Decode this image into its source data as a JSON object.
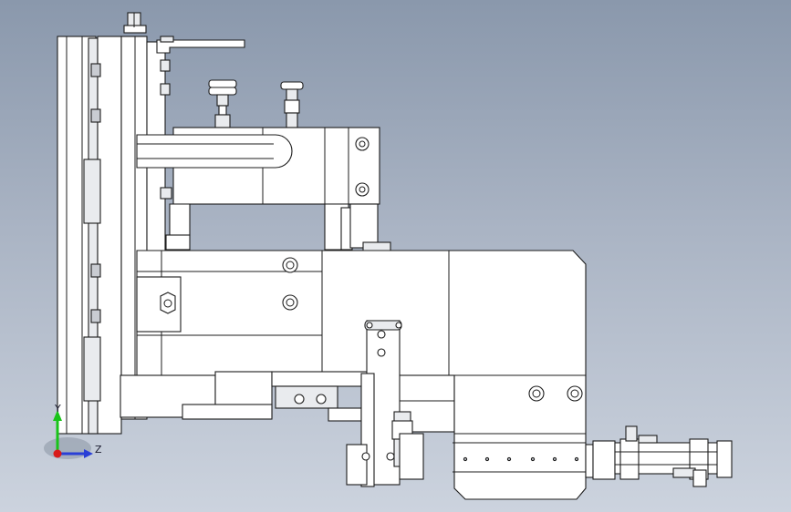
{
  "viewport": {
    "background_top": "#8a98ac",
    "background_bottom": "#ccd3de"
  },
  "axis_triad": {
    "y_label": "Y",
    "z_label": "Z",
    "y_color": "#19c419",
    "z_color": "#2a3fd6",
    "origin_color": "#d81b1b"
  },
  "model": {
    "style": "white shaded CAD part with black edges",
    "components": [
      "vertical-guide-plates",
      "rod-cylinder",
      "fittings",
      "main-block",
      "cam-follower-bracket",
      "lower-block",
      "side-air-cylinder"
    ]
  }
}
